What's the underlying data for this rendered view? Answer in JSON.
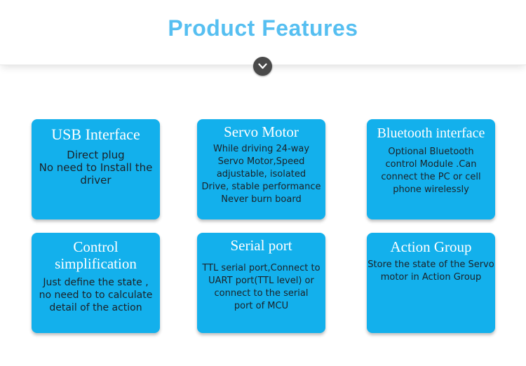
{
  "header": {
    "title": "Product Features"
  },
  "cards": [
    {
      "title": "USB Interface",
      "body": "Direct plug\nNo need to Install the\ndriver"
    },
    {
      "title": "Servo Motor",
      "body": "While driving 24-way\nServo Motor,Speed\nadjustable, isolated\nDrive, stable performance\nNever burn board"
    },
    {
      "title": "Bluetooth interface",
      "body": "Optional Bluetooth\ncontrol Module .Can\nconnect the PC or cell\nphone wirelessly"
    },
    {
      "title": "Control\nsimplification",
      "body": "Just define the state ,\nno need to to calculate\ndetail of the  action"
    },
    {
      "title": "Serial port",
      "body": "TTL serial port,Connect to\nUART port(TTL level) or\nconnect to the serial\nport of MCU"
    },
    {
      "title": "Action Group",
      "body": "Store the state of the Servo\nmotor in Action Group"
    }
  ],
  "colors": {
    "title": "#56bff1",
    "card": "#13b0ec",
    "chevron_badge": "#4a4a4a"
  },
  "icons": {
    "chevron": "chevron-down-icon"
  }
}
